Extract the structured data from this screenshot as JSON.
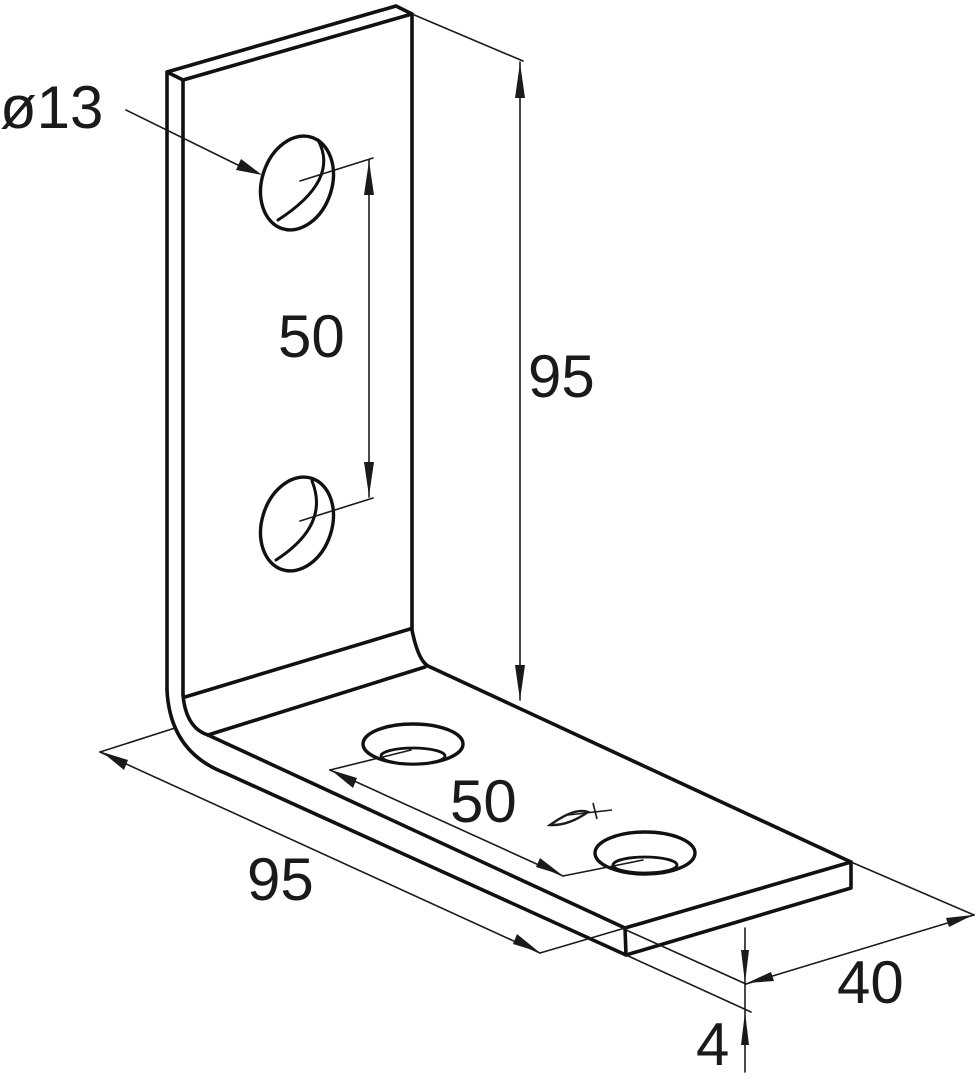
{
  "drawing": {
    "subject": "L-shaped angle bracket",
    "colors": {
      "line": "#111111",
      "background": "#ffffff"
    },
    "dimensions": {
      "hole_diameter": "ø13",
      "vertical_hole_spacing": "50",
      "vertical_height": "95",
      "horizontal_hole_spacing": "50",
      "horizontal_length": "95",
      "width": "40",
      "thickness": "4"
    },
    "holes": {
      "vertical_leg": 2,
      "horizontal_leg": 2
    }
  }
}
